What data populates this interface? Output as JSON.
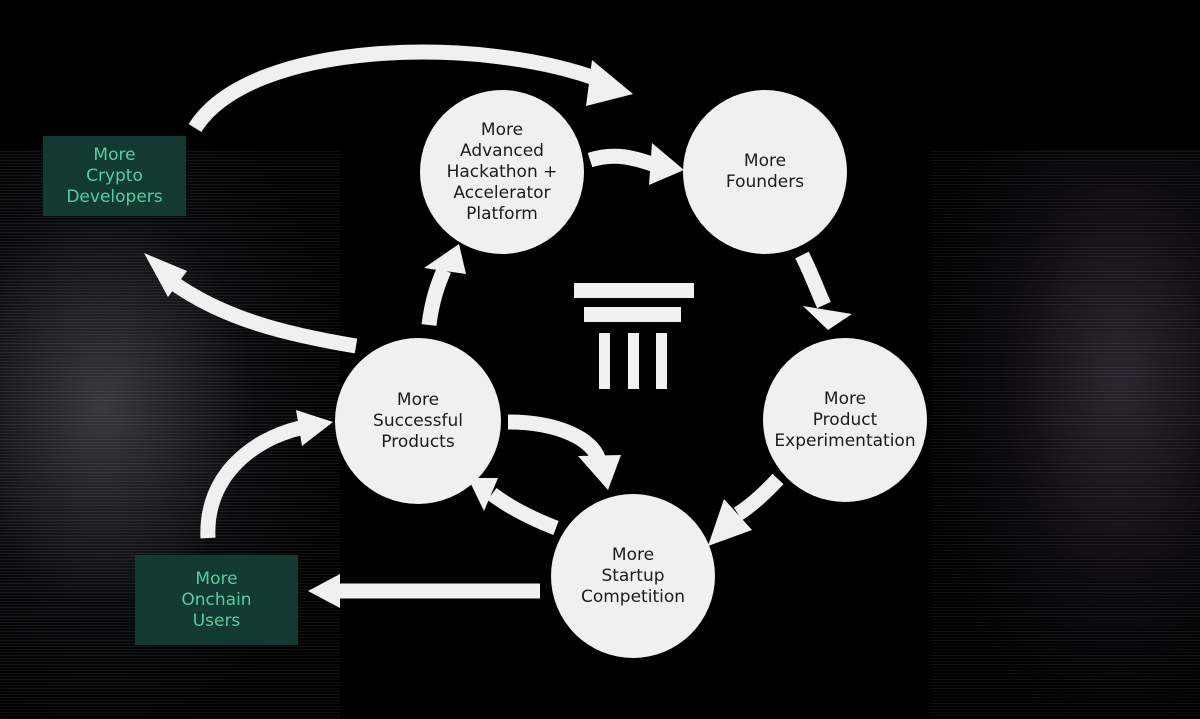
{
  "nodes": {
    "hackathon": "More\nAdvanced\nHackathon +\nAccelerator\nPlatform",
    "founders": "More\nFounders",
    "experimentation": "More\nProduct\nExperimentation",
    "competition": "More\nStartup\nCompetition",
    "successful": "More\nSuccessful\nProducts"
  },
  "boxes": {
    "developers": "More\nCrypto\nDevelopers",
    "users": "More\nOnchain\nUsers"
  },
  "colors": {
    "background": "#000000",
    "node_fill": "#f0f0f0",
    "node_text": "#1b1b1b",
    "box_fill": "#123a30",
    "box_text": "#4fd19f",
    "arrow": "#f0f0f0"
  },
  "emblem": "column-pillar-icon"
}
